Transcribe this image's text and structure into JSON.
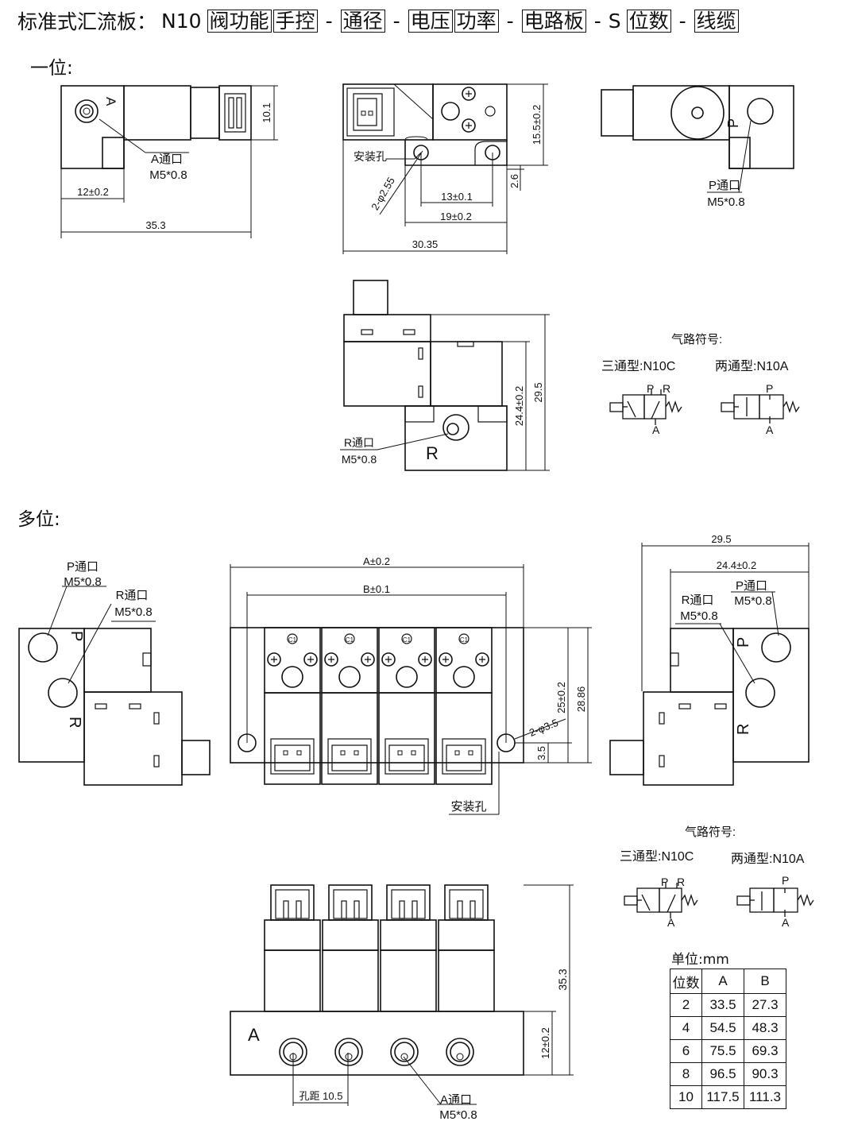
{
  "title": {
    "prefix": "标准式汇流板：",
    "model": "N10",
    "segments": [
      "阀功能",
      "手控",
      "-",
      "通径",
      "-",
      "电压",
      "功率",
      "-",
      "电路板",
      "-",
      "S",
      "位数",
      "-",
      "线缆"
    ]
  },
  "sections": {
    "single": "一位:",
    "multi": "多位:"
  },
  "single": {
    "port_a_label": "A通口",
    "port_a_thread": "M5*0.8",
    "port_p_label": "P通口",
    "port_p_thread": "M5*0.8",
    "port_r_label": "R通口",
    "port_r_thread": "M5*0.8",
    "mount_hole": "安装孔",
    "hole_dia": "2-φ2.55",
    "dims": {
      "d10_1": "10.1",
      "d12": "12±0.2",
      "d35_3": "35.3",
      "d15_5": "15.5±0.2",
      "d2_6": "2.6",
      "d13": "13±0.1",
      "d19": "19±0.2",
      "d30_35": "30.35",
      "d24_4": "24.4±0.2",
      "d29_5": "29.5"
    },
    "letters": {
      "a": "A",
      "p": "P",
      "r": "R"
    }
  },
  "symbols_top": {
    "heading": "气路符号:",
    "three_way": "三通型:N10C",
    "two_way": "两通型:N10A",
    "p": "P",
    "r": "R",
    "a": "A"
  },
  "multi": {
    "port_p_label": "P通口",
    "port_p_thread": "M5*0.8",
    "port_r_label": "R通口",
    "port_r_thread": "M5*0.8",
    "port_a_label": "A通口",
    "port_a_thread": "M5*0.8",
    "mount_hole": "安装孔",
    "hole_dia": "2-φ3.5",
    "pitch": "孔距 10.5",
    "dims": {
      "dA": "A±0.2",
      "dB": "B±0.1",
      "d25": "25±0.2",
      "d28_86": "28.86",
      "d3_5": "3.5",
      "d29_5": "29.5",
      "d24_4": "24.4±0.2",
      "d35_3": "35.3",
      "d12": "12±0.2"
    },
    "letters": {
      "a": "A",
      "p": "P",
      "r": "R"
    },
    "valve_badge": "C1",
    "valve_count": 4
  },
  "symbols_bottom": {
    "heading": "气路符号:",
    "three_way": "三通型:N10C",
    "two_way": "两通型:N10A",
    "p": "P",
    "r": "R",
    "a": "A"
  },
  "unit_table": {
    "unit": "单位:mm",
    "headers": [
      "位数",
      "A",
      "B"
    ],
    "rows": [
      [
        "2",
        "33.5",
        "27.3"
      ],
      [
        "4",
        "54.5",
        "48.3"
      ],
      [
        "6",
        "75.5",
        "69.3"
      ],
      [
        "8",
        "96.5",
        "90.3"
      ],
      [
        "10",
        "117.5",
        "111.3"
      ]
    ]
  }
}
